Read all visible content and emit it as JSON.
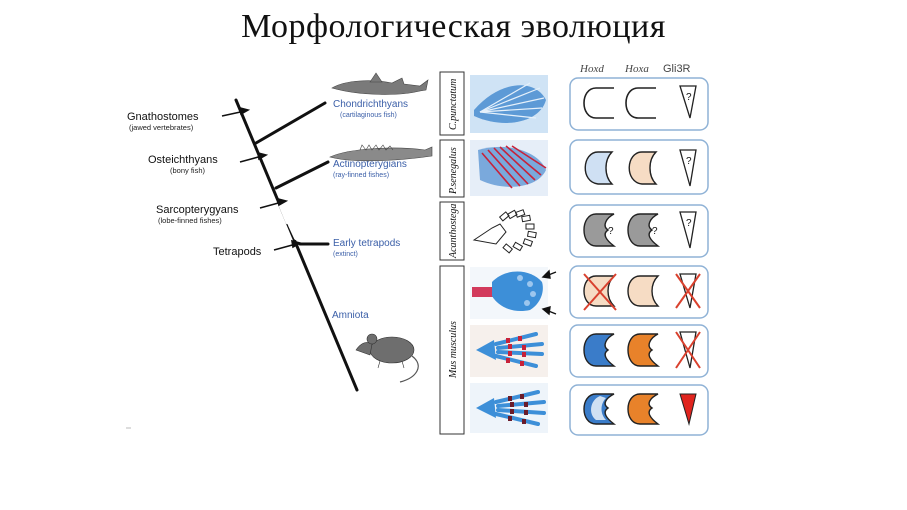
{
  "slide": {
    "title": "Морфологическая эволюция"
  },
  "tree": {
    "clades": [
      {
        "name": "Gnathostomes",
        "sub": "(jawed vertebrates)"
      },
      {
        "name": "Osteichthyans",
        "sub": "(bony fish)"
      },
      {
        "name": "Sarcopterygyans",
        "sub": "(lobe-finned fishes)"
      },
      {
        "name": "Tetrapods",
        "sub": ""
      }
    ],
    "taxa": [
      {
        "name": "Chondrichthyans",
        "sub": "(cartilaginous fish)"
      },
      {
        "name": "Actinopterygians",
        "sub": "(ray-finned fishes)"
      },
      {
        "name": "Early tetrapods",
        "sub": "(extinct)"
      },
      {
        "name": "Amniota",
        "sub": ""
      }
    ]
  },
  "species": [
    "C.punctatum",
    "P.senegalus",
    "Acanthostega",
    "Mus musculus"
  ],
  "gene_headers": [
    "Hoxd",
    "Hoxa",
    "Gli3R"
  ],
  "question_mark": "?",
  "colors": {
    "taxa_blue": "#3b5fa8",
    "panel_border": "#8fb2d6",
    "hoxd_light": "#cfe0f3",
    "hoxd_blue": "#3a7cc9",
    "hoxa_light": "#f6dcc4",
    "hoxa_orange": "#e8822a",
    "grey_fill": "#9a9a9a",
    "cross_red": "#d9412e",
    "gli3_red": "#e0241e"
  }
}
